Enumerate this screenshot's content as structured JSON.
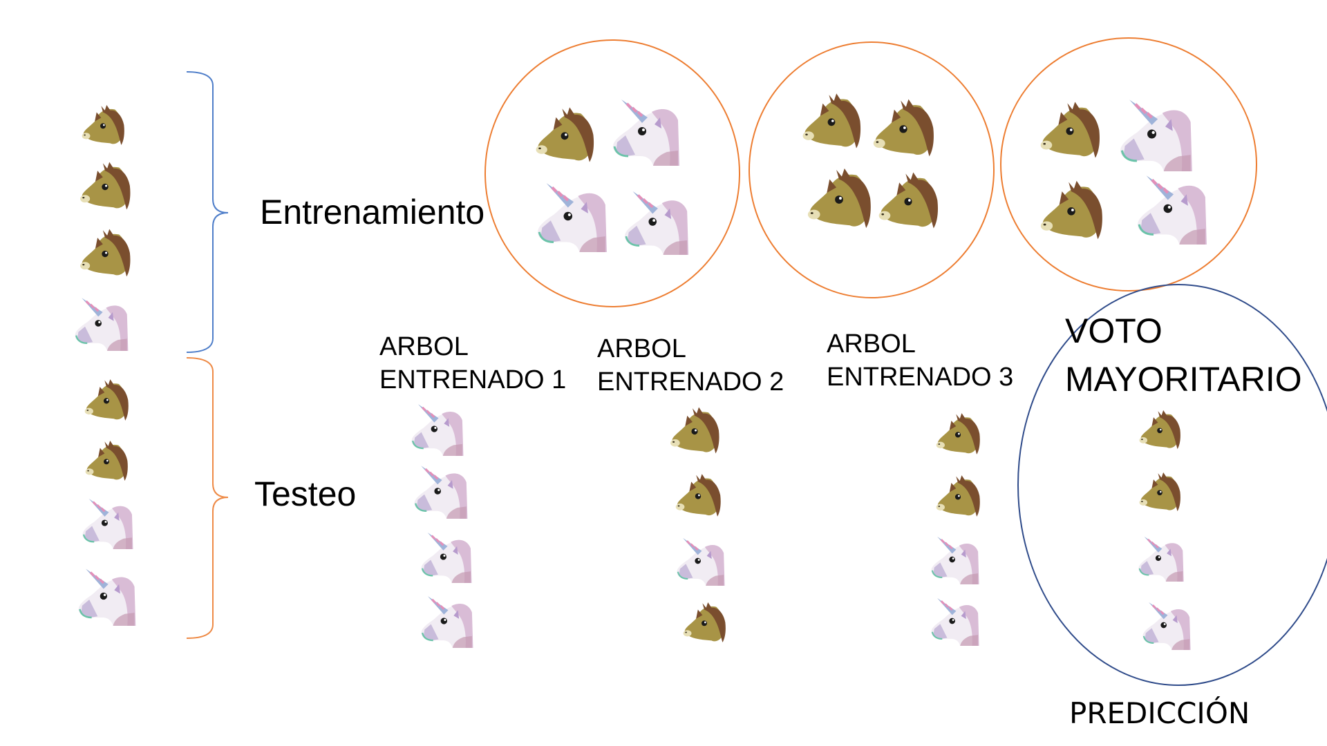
{
  "labels": {
    "training": "Entrenamiento",
    "testing": "Testeo",
    "tree1_line1": "ARBOL",
    "tree1_line2": "ENTRENADO 1",
    "tree2_line1": "ARBOL",
    "tree2_line2": "ENTRENADO 2",
    "tree3_line1": "ARBOL",
    "tree3_line2": "ENTRENADO 3",
    "vote_line1": "VOTO",
    "vote_line2": "MAYORITARIO",
    "prediction": "PREDICCIÓN"
  },
  "colors": {
    "horse_face": "#a89446",
    "horse_mane": "#7a4e2e",
    "unicorn_face": "#f1ecf3",
    "unicorn_mane": "#d9bcd6",
    "training_bracket": "#4f7ec9",
    "testing_bracket": "#ee8a46",
    "bootstrap_circle": "#ed7d31",
    "vote_ellipse": "#2f4b8a"
  },
  "dataset": {
    "training": [
      "horse",
      "horse",
      "horse",
      "unicorn"
    ],
    "testing": [
      "horse",
      "horse",
      "unicorn",
      "unicorn"
    ]
  },
  "bootstrap_samples": [
    [
      "horse",
      "unicorn",
      "unicorn",
      "unicorn"
    ],
    [
      "horse",
      "horse",
      "horse",
      "horse"
    ],
    [
      "horse",
      "unicorn",
      "horse",
      "unicorn"
    ]
  ],
  "tree_predictions": [
    [
      "unicorn",
      "unicorn",
      "unicorn",
      "unicorn"
    ],
    [
      "horse",
      "horse",
      "unicorn",
      "horse"
    ],
    [
      "horse",
      "horse",
      "unicorn",
      "unicorn"
    ]
  ],
  "majority_vote": [
    "horse",
    "horse",
    "unicorn",
    "unicorn"
  ]
}
